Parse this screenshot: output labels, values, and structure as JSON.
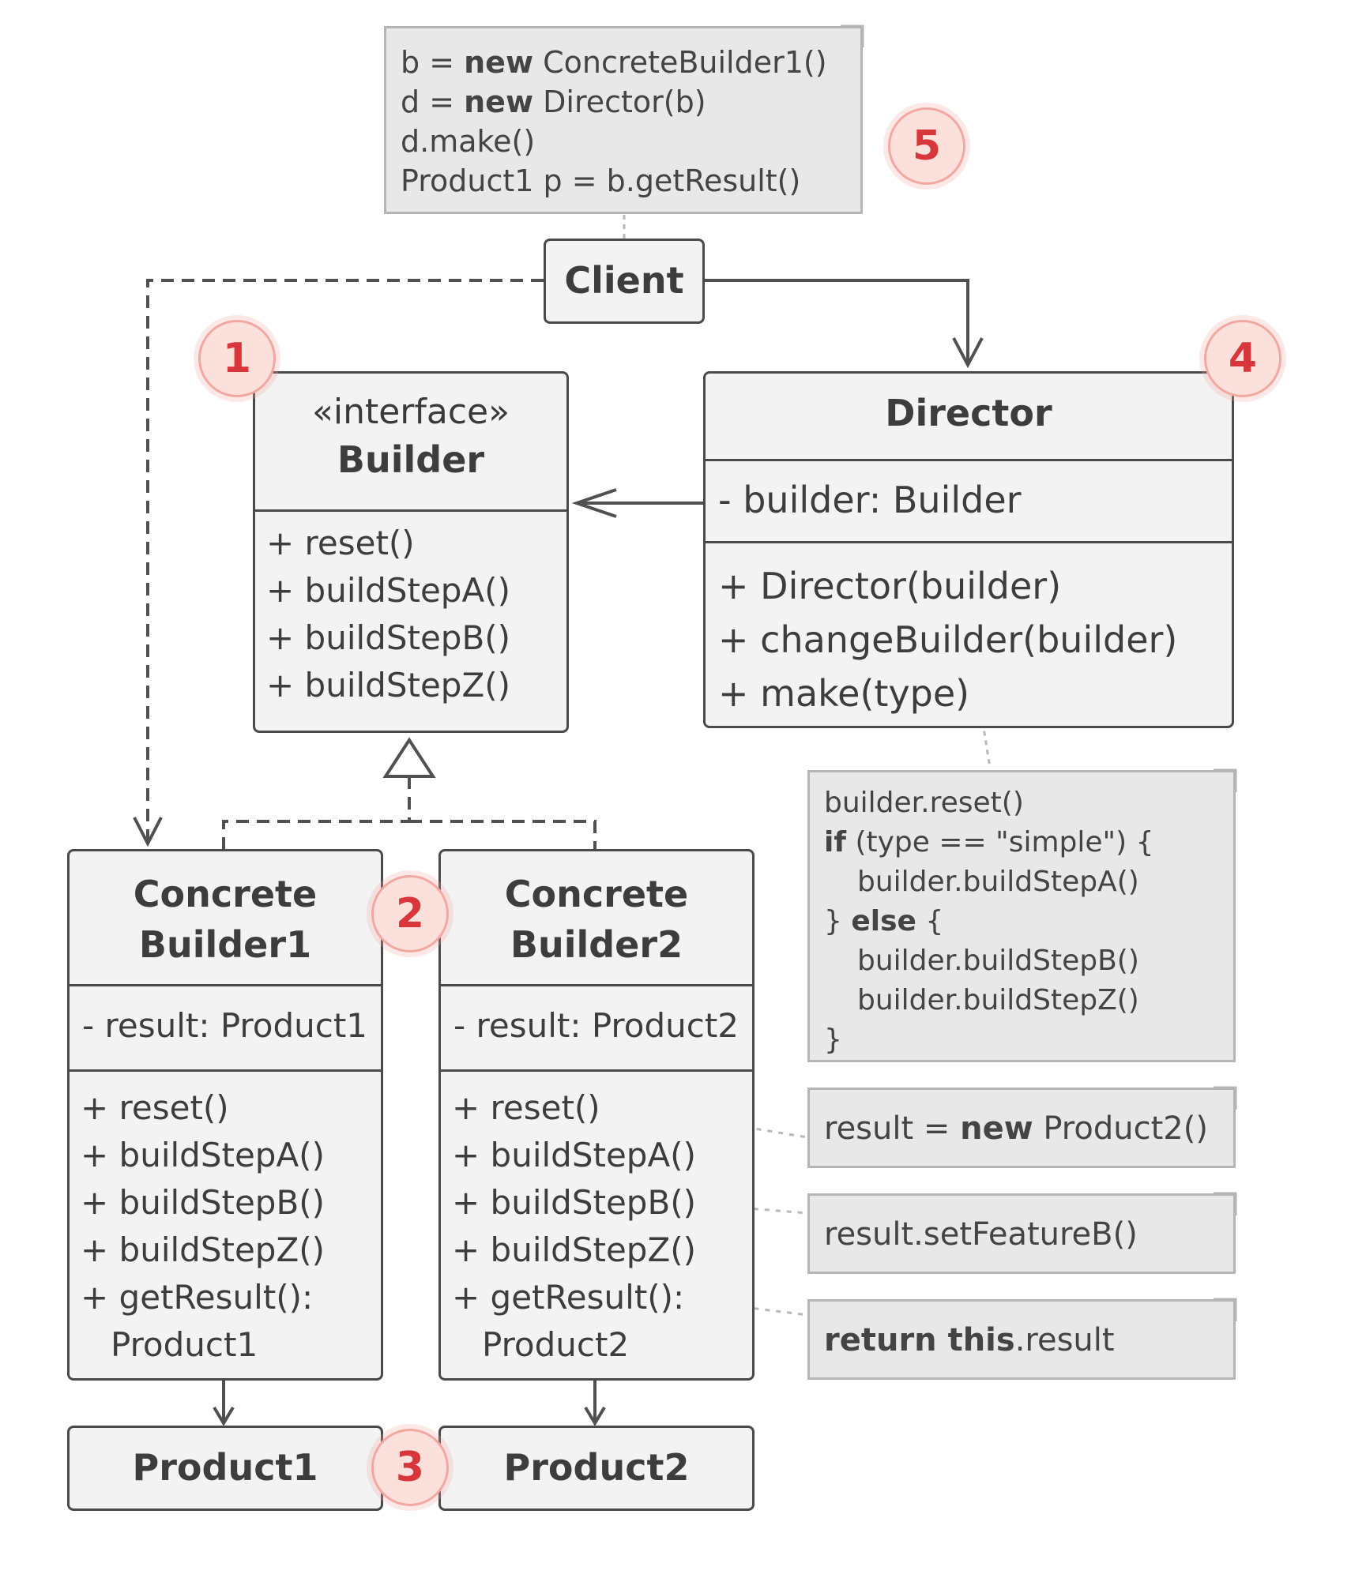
{
  "client_note": {
    "lines": [
      {
        "pre": "b = ",
        "kw": "new",
        "post": " ConcreteBuilder1()"
      },
      {
        "pre": "d = ",
        "kw": "new",
        "post": " Director(b)"
      },
      {
        "pre": "d.make()",
        "kw": "",
        "post": ""
      },
      {
        "pre": "Product1 p = b.getResult()",
        "kw": "",
        "post": ""
      }
    ]
  },
  "client": {
    "title": "Client"
  },
  "builder": {
    "stereotype": "«interface»",
    "title": "Builder",
    "methods": [
      "+ reset()",
      "+ buildStepA()",
      "+ buildStepB()",
      "+ buildStepZ()"
    ]
  },
  "director": {
    "title": "Director",
    "fields": [
      "- builder: Builder"
    ],
    "methods": [
      "+ Director(builder)",
      "+ changeBuilder(builder)",
      "+ make(type)"
    ]
  },
  "director_note": {
    "lines": [
      {
        "indent": 0,
        "kw": "",
        "text": "builder.reset()"
      },
      {
        "indent": 0,
        "kw": "if",
        "text": " (type == \"simple\") {"
      },
      {
        "indent": 1,
        "kw": "",
        "text": "builder.buildStepA()"
      },
      {
        "indent": 0,
        "kw": "",
        "text": "} ",
        "kw2": "else",
        "text2": " {"
      },
      {
        "indent": 1,
        "kw": "",
        "text": "builder.buildStepB()"
      },
      {
        "indent": 1,
        "kw": "",
        "text": "builder.buildStepZ()"
      },
      {
        "indent": 0,
        "kw": "",
        "text": "}"
      }
    ]
  },
  "concrete_builder1": {
    "title_line1": "Concrete",
    "title_line2": "Builder1",
    "fields": [
      "- result: Product1"
    ],
    "methods": [
      "+ reset()",
      "+ buildStepA()",
      "+ buildStepB()",
      "+ buildStepZ()",
      "+ getResult():",
      "Product1"
    ]
  },
  "concrete_builder2": {
    "title_line1": "Concrete",
    "title_line2": "Builder2",
    "fields": [
      "- result: Product2"
    ],
    "methods": [
      "+ reset()",
      "+ buildStepA()",
      "+ buildStepB()",
      "+ buildStepZ()",
      "+ getResult():",
      "Product2"
    ]
  },
  "reset_note": {
    "pre": "result = ",
    "kw": "new",
    "post": " Product2()"
  },
  "stepb_note": {
    "text": "result.setFeatureB()"
  },
  "getresult_note": {
    "kw": "return this",
    "post": ".result"
  },
  "product1": {
    "title": "Product1"
  },
  "product2": {
    "title": "Product2"
  },
  "badges": [
    "1",
    "2",
    "3",
    "4",
    "5"
  ],
  "colors": {
    "box_fill": "#f3f3f3",
    "box_border": "#4a4a4a",
    "note_fill": "#e8e8e8",
    "note_border": "#b5b5b5",
    "badge_fill": "#fbe0dc",
    "badge_text": "#d8363b"
  }
}
